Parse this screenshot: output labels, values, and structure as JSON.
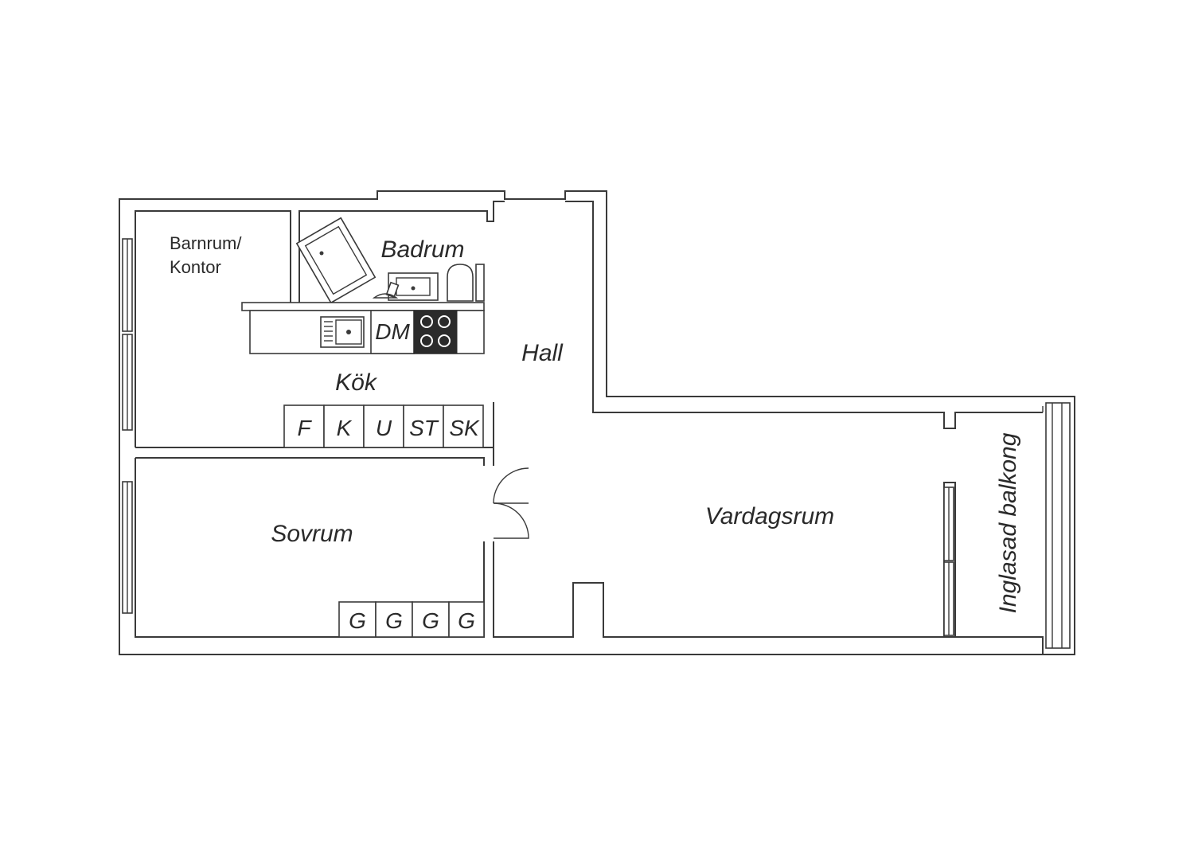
{
  "rooms": {
    "barnrum_line1": "Barnrum/",
    "barnrum_line2": "Kontor",
    "badrum": "Badrum",
    "kok": "Kök",
    "hall": "Hall",
    "sovrum": "Sovrum",
    "vardagsrum": "Vardagsrum",
    "balkong": "Inglasad balkong"
  },
  "kitchen_counter": {
    "dishwasher": "DM"
  },
  "kitchen_cabinets": [
    "F",
    "K",
    "U",
    "ST",
    "SK"
  ],
  "wardrobes": [
    "G",
    "G",
    "G",
    "G"
  ],
  "colors": {
    "walls": "#3a3a3a",
    "background": "#ffffff",
    "stove": "#2b2b2b"
  },
  "icons": [
    "bathtub-icon",
    "sink-icon",
    "toilet-icon",
    "kitchen-sink-icon",
    "stove-icon",
    "door-swing-icon",
    "window-icon"
  ]
}
